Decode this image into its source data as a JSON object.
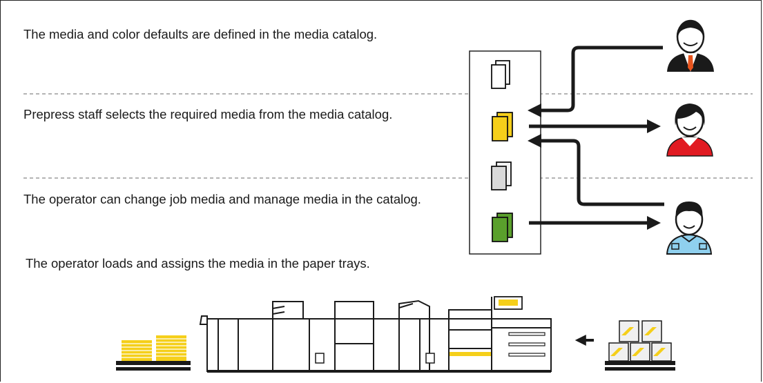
{
  "captions": {
    "media_catalog_defined": "The media and color defaults are defined in the media catalog.",
    "prepress_selects": "Prepress staff selects the required media from the media catalog.",
    "operator_manages": "The operator can change job media and manage media in the catalog.",
    "operator_loads": "The operator loads and assigns the media in the paper trays."
  },
  "roles": [
    "manager",
    "prepress-staff",
    "operator"
  ],
  "colors": {
    "media_yellow": "#f5cf1a",
    "media_green": "#5aa02c",
    "prepress_red": "#e11b22",
    "operator_blue": "#8fd0ee",
    "manager_tie": "#e8541d",
    "divider": "#9a9a9a"
  },
  "media_catalog": [
    "white-paper",
    "yellow-paper",
    "gray-paper",
    "green-paper"
  ]
}
